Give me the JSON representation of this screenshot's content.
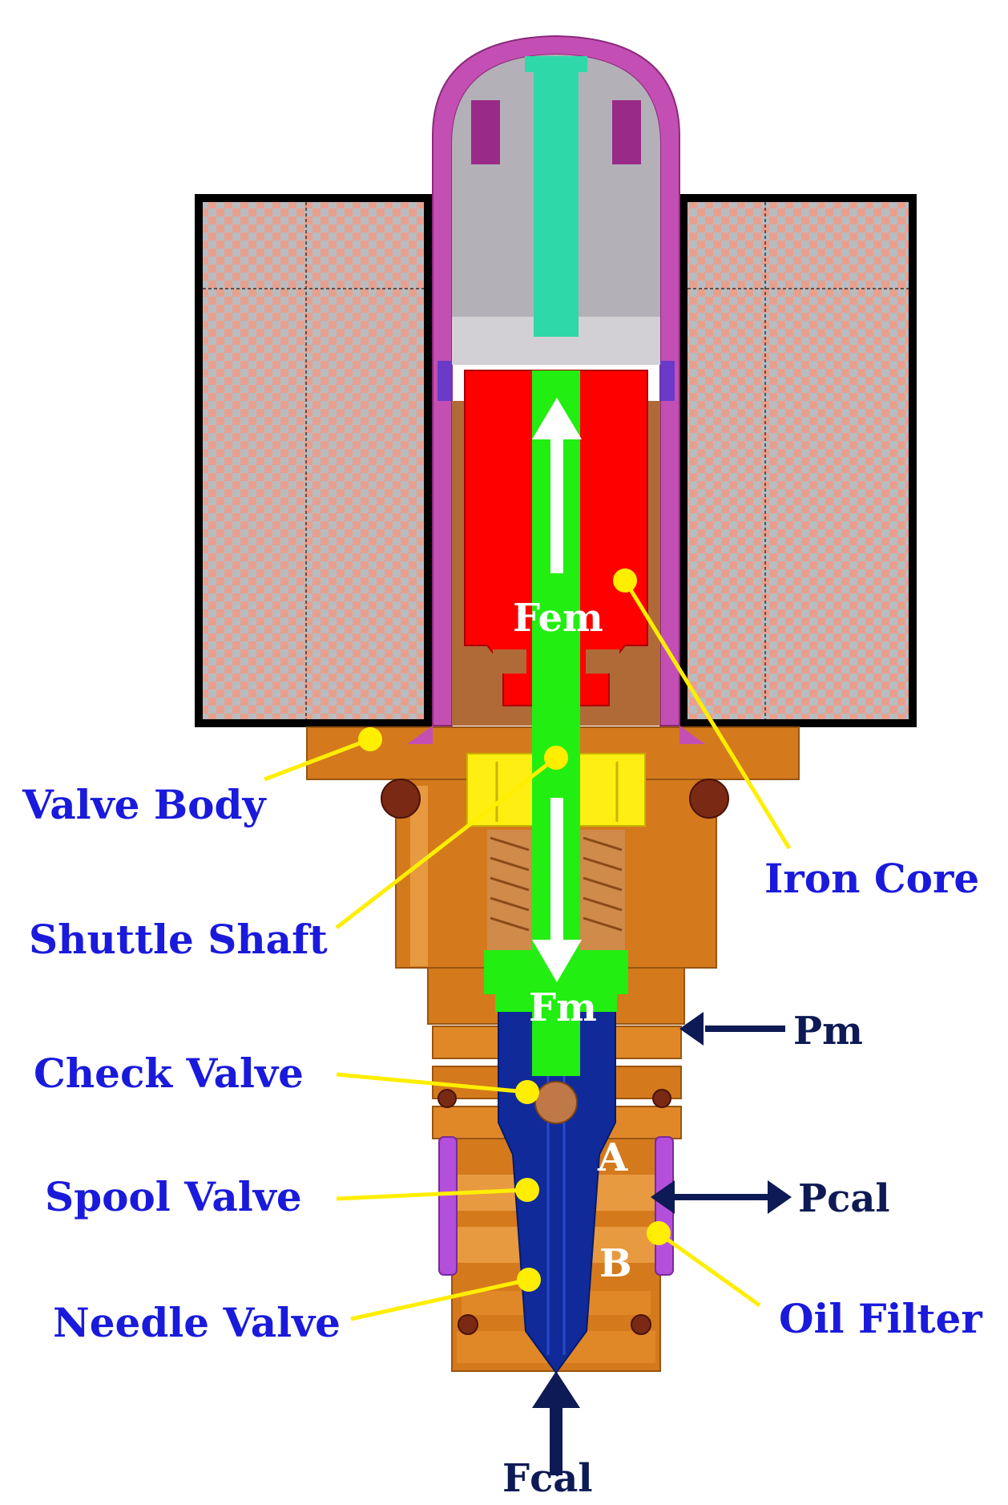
{
  "colors": {
    "coil_checker_a": "#e8a08e",
    "coil_checker_b": "#b8bcc0",
    "coil_border": "#000000",
    "cap": "#c44fb4",
    "cap_inner": "#b3b1b7",
    "stem": "#2fd8a8",
    "iron_core": "#ff0000",
    "shaft": "#22ee11",
    "body": "#d47a1c",
    "body_dark": "#b86412",
    "sleeve": "#b06a38",
    "spool": "#102a9a",
    "check_ball": "#c07848",
    "yellow_part": "#ffee11",
    "filter": "#b44fdc",
    "leader": "#ffee00",
    "label_blue": "#1a1adc",
    "label_navy": "#0d1a55",
    "force_arrow": "#ffffff",
    "pressure_arrow": "#0d1a55"
  },
  "labels": {
    "valve_body": "Valve Body",
    "shuttle_shaft": "Shuttle Shaft",
    "check_valve": "Check Valve",
    "spool_valve": "Spool Valve",
    "needle_valve": "Needle Valve",
    "iron_core": "Iron Core",
    "oil_filter": "Oil Filter",
    "pm": "Pm",
    "pcal": "Pcal",
    "fcal": "Fcal",
    "fem": "Fem",
    "fm": "Fm",
    "chamber_a": "A",
    "chamber_b": "B"
  }
}
